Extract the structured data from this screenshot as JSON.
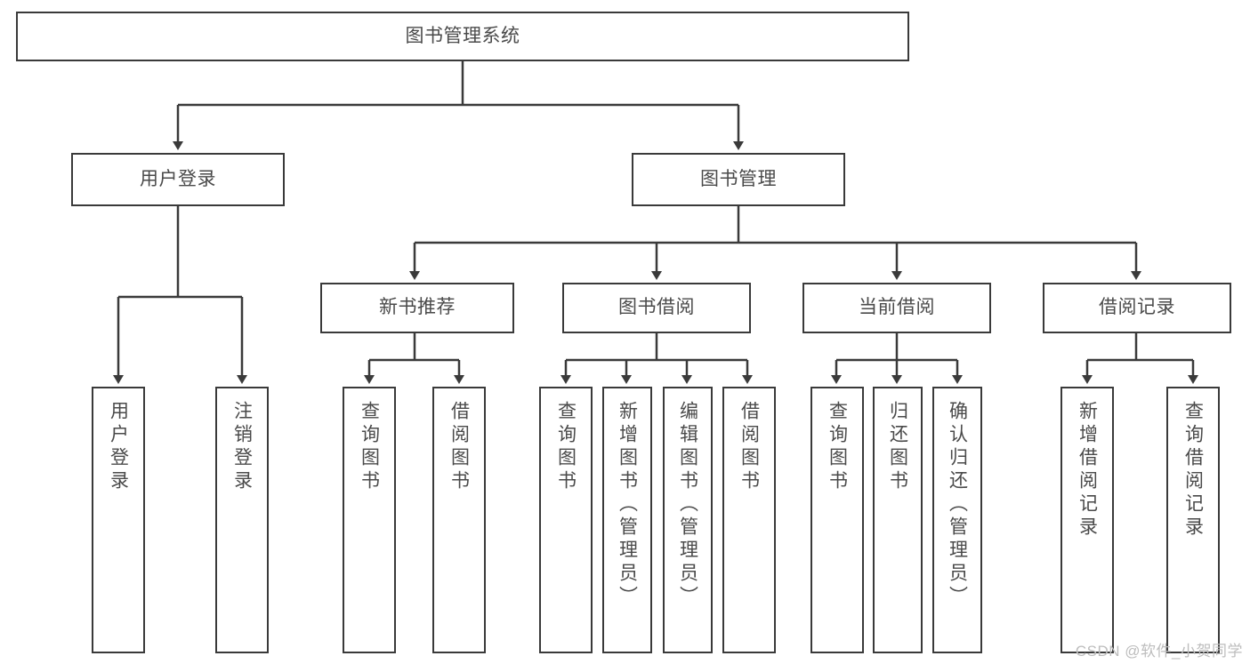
{
  "diagram": {
    "title": "图书管理系统",
    "type": "tree-hierarchy-diagram",
    "colors": {
      "stroke": "#3a3a3a",
      "text": "#4a4a4a",
      "background": "#ffffff",
      "watermark": "#bdbdbd"
    },
    "nodes": {
      "root": {
        "label": "图书管理系统",
        "level": 1,
        "orientation": "horizontal"
      },
      "n_user_login": {
        "label": "用户登录",
        "level": 2,
        "orientation": "horizontal"
      },
      "n_book_mgmt": {
        "label": "图书管理",
        "level": 2,
        "orientation": "horizontal"
      },
      "n_new_book_rec": {
        "label": "新书推荐",
        "level": 3,
        "orientation": "horizontal"
      },
      "n_book_borrow": {
        "label": "图书借阅",
        "level": 3,
        "orientation": "horizontal"
      },
      "n_current_borrow": {
        "label": "当前借阅",
        "level": 3,
        "orientation": "horizontal"
      },
      "n_borrow_record": {
        "label": "借阅记录",
        "level": 3,
        "orientation": "horizontal"
      },
      "leaf_user_login": {
        "label": "用户登录",
        "level": 4,
        "orientation": "vertical"
      },
      "leaf_logout": {
        "label": "注销登录",
        "level": 4,
        "orientation": "vertical"
      },
      "leaf_query_book_1": {
        "label": "查询图书",
        "level": 4,
        "orientation": "vertical"
      },
      "leaf_borrow_book_1": {
        "label": "借阅图书",
        "level": 4,
        "orientation": "vertical"
      },
      "leaf_query_book_2": {
        "label": "查询图书",
        "level": 4,
        "orientation": "vertical"
      },
      "leaf_add_book": {
        "label": "新增图书（管理员）",
        "level": 4,
        "orientation": "vertical"
      },
      "leaf_edit_book": {
        "label": "编辑图书（管理员）",
        "level": 4,
        "orientation": "vertical"
      },
      "leaf_borrow_book_2": {
        "label": "借阅图书",
        "level": 4,
        "orientation": "vertical"
      },
      "leaf_query_book_3": {
        "label": "查询图书",
        "level": 4,
        "orientation": "vertical"
      },
      "leaf_return_book": {
        "label": "归还图书",
        "level": 4,
        "orientation": "vertical"
      },
      "leaf_confirm_return": {
        "label": "确认归还（管理员）",
        "level": 4,
        "orientation": "vertical"
      },
      "leaf_add_record": {
        "label": "新增借阅记录",
        "level": 4,
        "orientation": "vertical"
      },
      "leaf_query_record": {
        "label": "查询借阅记录",
        "level": 4,
        "orientation": "vertical"
      }
    },
    "edges": [
      {
        "from": "root",
        "to": "n_user_login"
      },
      {
        "from": "root",
        "to": "n_book_mgmt"
      },
      {
        "from": "n_user_login",
        "to": "leaf_user_login"
      },
      {
        "from": "n_user_login",
        "to": "leaf_logout"
      },
      {
        "from": "n_book_mgmt",
        "to": "n_new_book_rec"
      },
      {
        "from": "n_book_mgmt",
        "to": "n_book_borrow"
      },
      {
        "from": "n_book_mgmt",
        "to": "n_current_borrow"
      },
      {
        "from": "n_book_mgmt",
        "to": "n_borrow_record"
      },
      {
        "from": "n_new_book_rec",
        "to": "leaf_query_book_1"
      },
      {
        "from": "n_new_book_rec",
        "to": "leaf_borrow_book_1"
      },
      {
        "from": "n_book_borrow",
        "to": "leaf_query_book_2"
      },
      {
        "from": "n_book_borrow",
        "to": "leaf_add_book"
      },
      {
        "from": "n_book_borrow",
        "to": "leaf_edit_book"
      },
      {
        "from": "n_book_borrow",
        "to": "leaf_borrow_book_2"
      },
      {
        "from": "n_current_borrow",
        "to": "leaf_query_book_3"
      },
      {
        "from": "n_current_borrow",
        "to": "leaf_return_book"
      },
      {
        "from": "n_current_borrow",
        "to": "leaf_confirm_return"
      },
      {
        "from": "n_borrow_record",
        "to": "leaf_add_record"
      },
      {
        "from": "n_borrow_record",
        "to": "leaf_query_record"
      }
    ],
    "watermark": "CSDN @软件_小贺同学"
  }
}
